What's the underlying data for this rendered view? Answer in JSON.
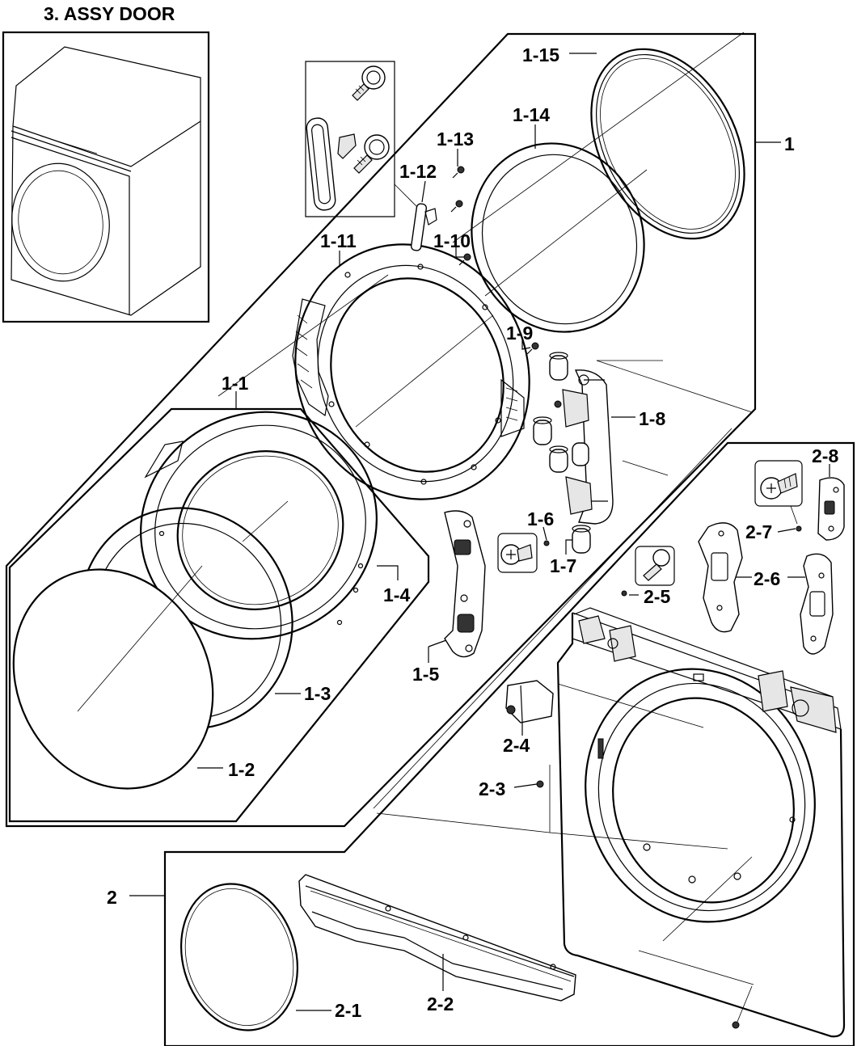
{
  "title": "3. ASSY DOOR",
  "labels": {
    "p1": "1",
    "p1_1": "1-1",
    "p1_2": "1-2",
    "p1_3": "1-3",
    "p1_4": "1-4",
    "p1_5": "1-5",
    "p1_6": "1-6",
    "p1_7": "1-7",
    "p1_8": "1-8",
    "p1_9": "1-9",
    "p1_10": "1-10",
    "p1_11": "1-11",
    "p1_12": "1-12",
    "p1_13": "1-13",
    "p1_14": "1-14",
    "p1_15": "1-15",
    "p2": "2",
    "p2_1": "2-1",
    "p2_2": "2-2",
    "p2_3": "2-3",
    "p2_4": "2-4",
    "p2_5": "2-5",
    "p2_6": "2-6",
    "p2_7": "2-7",
    "p2_8": "2-8"
  }
}
